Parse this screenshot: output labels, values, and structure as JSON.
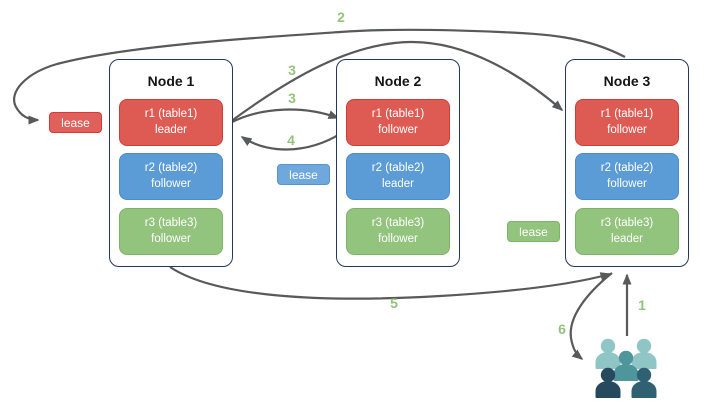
{
  "palette": {
    "arrow": "#58595B",
    "step": "#93C47D",
    "nodeBorder": "#24385B",
    "title": "#151515",
    "boxText": "#FFFFFF",
    "red": {
      "fill": "#DE5B54",
      "border": "#D03C35"
    },
    "blue": {
      "fill": "#5C9CD6",
      "border": "#4D8BC9"
    },
    "green": {
      "fill": "#93C47D",
      "border": "#7EB269"
    },
    "redLease": {
      "fill": "#E0615B",
      "border": "#D93934"
    },
    "blueLease": {
      "fill": "#6FA8DC",
      "border": "#5B93CF"
    },
    "greenLease": {
      "fill": "#93C47D",
      "border": "#7EB269"
    },
    "usersBack": "#8FC6C5",
    "usersMid": "#4F959C",
    "usersFrontLeft": "#27495E",
    "usersFrontRight": "#2F6173"
  },
  "nodes": [
    {
      "title": "Node 1",
      "replicas": [
        {
          "name": "r1 (table1)",
          "role": "leader",
          "color": "red"
        },
        {
          "name": "r2 (table2)",
          "role": "follower",
          "color": "blue"
        },
        {
          "name": "r3 (table3)",
          "role": "follower",
          "color": "green"
        }
      ]
    },
    {
      "title": "Node 2",
      "replicas": [
        {
          "name": "r1 (table1)",
          "role": "follower",
          "color": "red"
        },
        {
          "name": "r2 (table2)",
          "role": "leader",
          "color": "blue"
        },
        {
          "name": "r3 (table3)",
          "role": "follower",
          "color": "green"
        }
      ]
    },
    {
      "title": "Node 3",
      "replicas": [
        {
          "name": "r1 (table1)",
          "role": "follower",
          "color": "red"
        },
        {
          "name": "r2 (table2)",
          "role": "follower",
          "color": "blue"
        },
        {
          "name": "r3 (table3)",
          "role": "leader",
          "color": "green"
        }
      ]
    }
  ],
  "leases": [
    {
      "label": "lease",
      "color": "red"
    },
    {
      "label": "lease",
      "color": "blue"
    },
    {
      "label": "lease",
      "color": "green"
    }
  ],
  "steps": {
    "s1": "1",
    "s2": "2",
    "s3a": "3",
    "s3b": "3",
    "s4": "4",
    "s5": "5",
    "s6": "6"
  }
}
